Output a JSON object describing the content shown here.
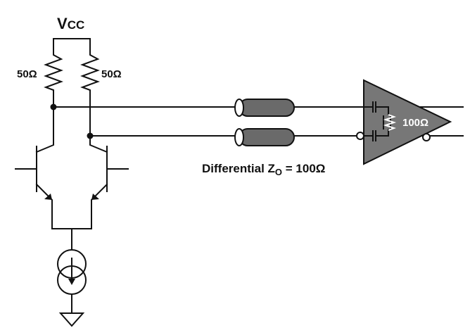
{
  "supply": {
    "label": "V",
    "subscript": "CC"
  },
  "resistors": {
    "left_value": "50Ω",
    "right_value": "50Ω"
  },
  "transmission_line": {
    "prefix": "Differential Z",
    "subscript": "O",
    "suffix": " = 100Ω"
  },
  "receiver": {
    "termination_value": "100Ω",
    "body_color": "#777777"
  },
  "cable_color": "#6a6a6a"
}
